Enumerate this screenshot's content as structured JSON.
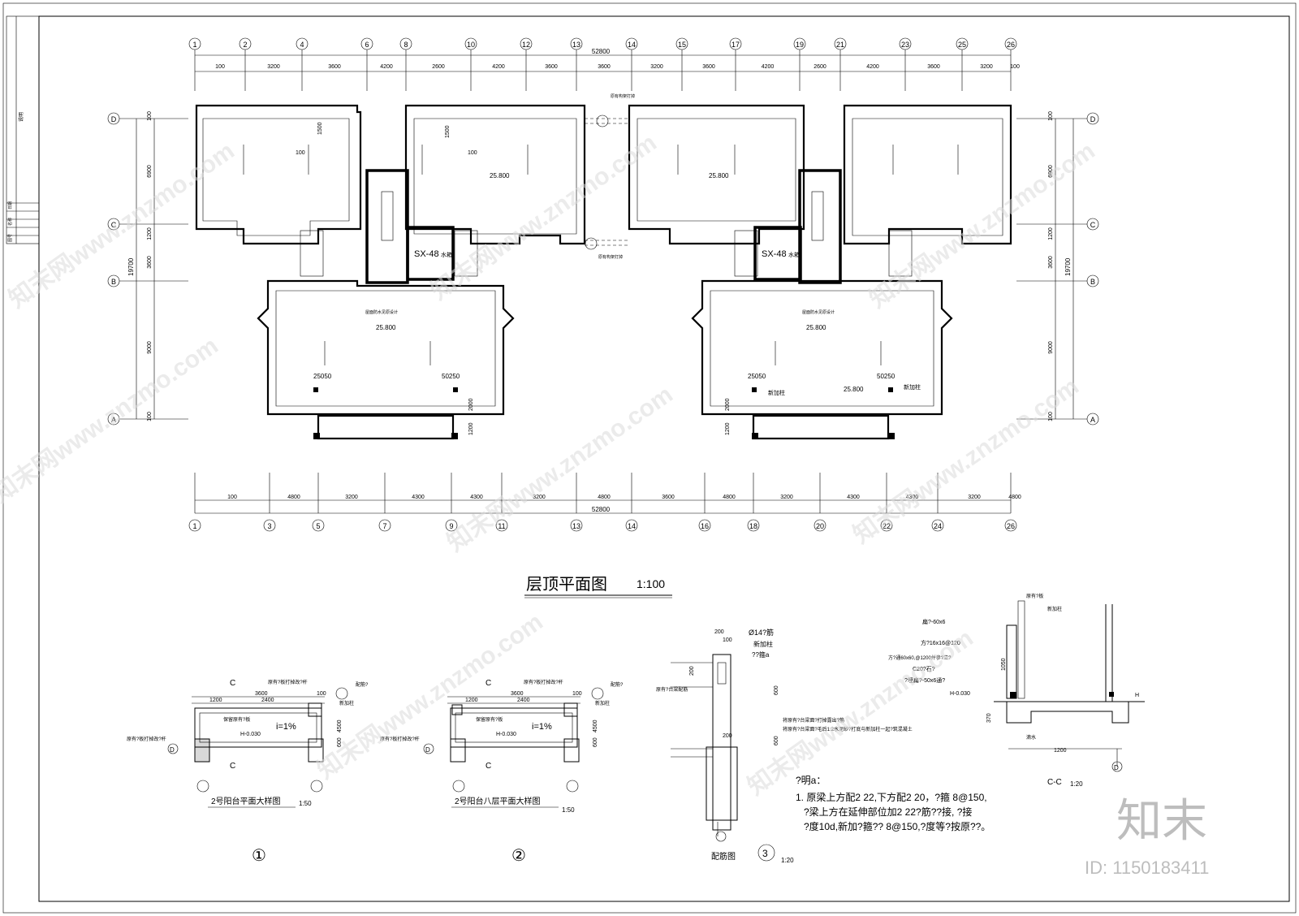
{
  "title_block": {
    "cells": [
      "说明",
      "日期",
      "名称",
      "图号"
    ]
  },
  "axes": {
    "top_labels": [
      "1",
      "2",
      "4",
      "6",
      "8",
      "10",
      "12",
      "13",
      "14",
      "15",
      "17",
      "19",
      "21",
      "23",
      "25",
      "26"
    ],
    "top_dims": [
      "100",
      "3200",
      "3600",
      "4200",
      "2600",
      "4200",
      "3600",
      "3600",
      "3200",
      "3600",
      "4200",
      "2600",
      "4200",
      "3600",
      "3200",
      "100"
    ],
    "top_total": "52800",
    "bottom_labels": [
      "1",
      "3",
      "5",
      "7",
      "9",
      "11",
      "13",
      "14",
      "16",
      "18",
      "20",
      "22",
      "24",
      "26"
    ],
    "bottom_dims": [
      "100",
      "4800",
      "3200",
      "4300",
      "4300",
      "3200",
      "4800",
      "3600",
      "4800",
      "3200",
      "4300",
      "4300",
      "3200",
      "4800",
      "100"
    ],
    "bottom_total": "52800",
    "row_labels": [
      "D",
      "C",
      "B",
      "A"
    ],
    "left_dims": [
      "100",
      "6900",
      "1200",
      "3600",
      "9000",
      "100"
    ],
    "left_total": "19700",
    "right_dims": [
      "100",
      "6900",
      "1200",
      "3600",
      "9000",
      "100"
    ],
    "right_total": "19700"
  },
  "plan": {
    "title": "层顶平面图",
    "scale": "1:100",
    "tank_label": "SX-48",
    "tank_sub": "水箱",
    "elevation": "25.800",
    "elev_low_left": "25050",
    "elev_low_right": "50250",
    "roof_note": "屋面防水见原设计",
    "stay_note": "原有构架打掉",
    "new_col": "新加柱",
    "dim_100": "100",
    "dim_1500": "1500",
    "dim_2000": "2000",
    "dim_1200": "1200"
  },
  "detail1": {
    "label": "2号阳台平面大样图",
    "scale": "1:50",
    "num": "①",
    "sec": "C",
    "d3600": "3600",
    "d1200": "1200",
    "d2400": "2400",
    "d100": "100",
    "d4500": "4500",
    "d600": "600",
    "slope": "i=1%",
    "level": "H-0.030",
    "note_a": "原有?板打掉改?杆",
    "note_b": "原有?板打掉改?杆",
    "note_c": "保留原有?板",
    "note_d": "新加柱",
    "note_e": "配筋?",
    "axis": "D"
  },
  "detail2": {
    "label": "2号阳台八层平面大样图",
    "scale": "1:50",
    "num": "②",
    "sec": "C",
    "d3600": "3600",
    "d1200": "1200",
    "d2400": "2400",
    "d100": "100",
    "d4500": "4500",
    "d600": "600",
    "slope": "i=1%",
    "level": "H-0.030",
    "note_a": "原有?板打掉改?杆",
    "note_b": "原有?板打掉改?杆",
    "note_c": "保留原有?板",
    "note_d": "新加柱",
    "note_e": "配筋?",
    "axis": "D"
  },
  "detail3": {
    "label": "配筋图",
    "num": "3",
    "scale": "1:20",
    "d200": "200",
    "d100": "100",
    "d600": "600",
    "n1": "Ø14?筋",
    "n2": "新加柱",
    "n3": "??箍a",
    "n4": "原有?台梁配筋",
    "n5": "将原有?台梁面?打掉露出?筋",
    "n6": "将原有?台梁面?毛后1:2水泥砂?打底与新加柱一起?筑混凝土"
  },
  "notes": {
    "head": "?明a：",
    "l1": "1. 原梁上方配2  22,下方配2  20，?箍  8@150,",
    "l2": "?梁上方在延伸部位加2  22?筋??接,  ?接",
    "l3": "?度10d,新加?箍?? 8@150,?度等?按原??。"
  },
  "section_cc": {
    "label": "C-C",
    "scale": "1:20",
    "n1": "原有?板",
    "n2": "新加柱",
    "n3": "扁?-60x6",
    "n4": "方?16x16@120",
    "n5": "方?通60x60,@1200并参?立?",
    "n6": "C20?石?",
    "n7": "?埋扁?-50x6通?",
    "n8": "H-0.030",
    "n9": "滴水",
    "d1050": "1050",
    "d370": "370",
    "d1200": "1200",
    "axis": "D",
    "h": "H"
  },
  "watermark": {
    "brand": "知末",
    "id": "ID: 1150183411",
    "site": "知末网www.znzmo.com"
  }
}
